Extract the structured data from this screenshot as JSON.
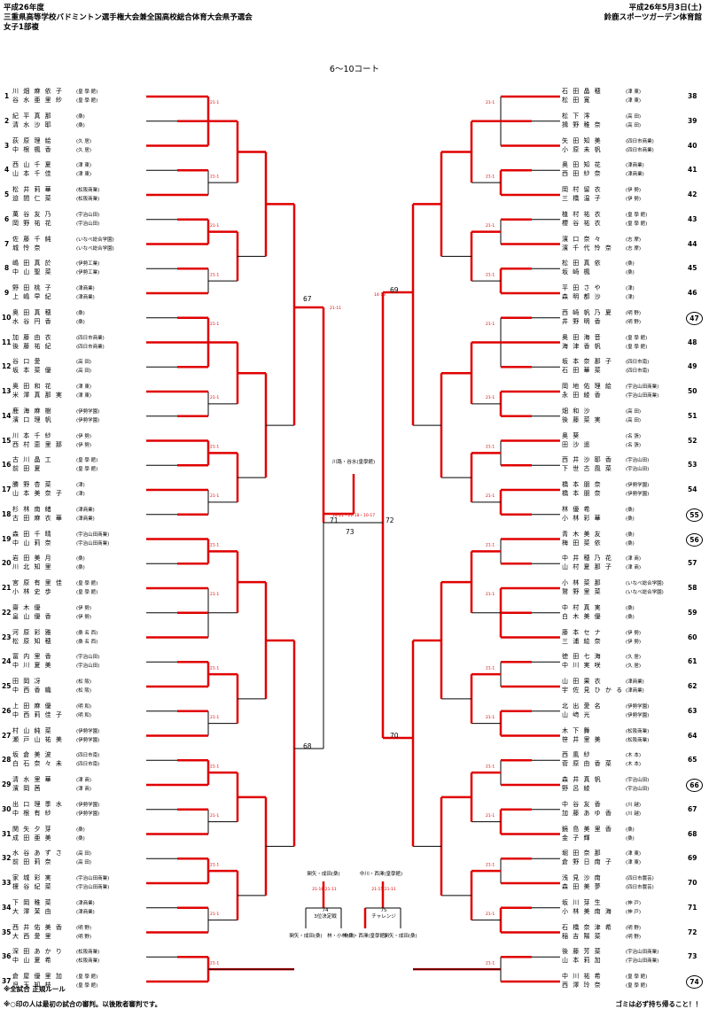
{
  "header": {
    "year": "平成26年度",
    "event_title": "三重県高等学校バドミントン選手権大会兼全国高校総合体育大会県予選会",
    "division": "女子1部複",
    "date": "平成26年5月3日(土)",
    "venue": "鈴鹿スポーツガーデン体育館",
    "court": "6～10コート"
  },
  "left_entries": [
    {
      "no": "1",
      "p1": "川 畑 麻 依 子",
      "s1": "皇 學 館",
      "p2": "谷 水 亜 里 紗",
      "s2": "皇 學 館"
    },
    {
      "no": "2",
      "p1": "紀 平 真 那",
      "s1": "桑",
      "p2": "清 水 沙 耶",
      "s2": "桑"
    },
    {
      "no": "3",
      "p1": "荻 原 理 絵",
      "s1": "久 居",
      "p2": "中 根 楓 香",
      "s2": "久 居"
    },
    {
      "no": "4",
      "p1": "西 山 千 夏",
      "s1": "津 東",
      "p2": "山 本 千 佳",
      "s2": "津 東"
    },
    {
      "no": "5",
      "p1": "松 井 莉 華",
      "s1": "松阪商業",
      "p2": "迫 間 仁 菜",
      "s2": "松阪商業"
    },
    {
      "no": "6",
      "p1": "萬 谷 友 乃",
      "s1": "宇治山田",
      "p2": "岡 野 祐 花",
      "s2": "宇治山田"
    },
    {
      "no": "7",
      "p1": "佐 藤 千 純",
      "s1": "いなべ総合学園",
      "p2": "城 怜 奈",
      "s2": "いなべ総合学園"
    },
    {
      "no": "8",
      "p1": "嶋 田 真 於",
      "s1": "伊勢工業",
      "p2": "中 山 聖 菜",
      "s2": "伊勢工業"
    },
    {
      "no": "9",
      "p1": "野 田 桃 子",
      "s1": "津商業",
      "p2": "上 嶋 早 紀",
      "s2": "津商業"
    },
    {
      "no": "10",
      "p1": "奥 田 真 穂",
      "s1": "桑",
      "p2": "水 谷 円 香",
      "s2": "桑"
    },
    {
      "no": "11",
      "p1": "加 藤 由 衣",
      "s1": "四日市商業",
      "p2": "後 藤 祐 紀",
      "s2": "四日市商業"
    },
    {
      "no": "12",
      "p1": "谷 口 愛",
      "s1": "高 田",
      "p2": "坂 本 菜 優",
      "s2": "高 田"
    },
    {
      "no": "13",
      "p1": "奥 田 和 花",
      "s1": "津 東",
      "p2": "米 澤 真 那 実",
      "s2": "津 東"
    },
    {
      "no": "14",
      "p1": "鹿 海 麻 樹",
      "s1": "伊勢学園",
      "p2": "濱 口 理 帆",
      "s2": "伊勢学園"
    },
    {
      "no": "15",
      "p1": "川 本 千 紗",
      "s1": "伊 勢",
      "p2": "西 村 恵 里 那",
      "s2": "伊 勢"
    },
    {
      "no": "16",
      "p1": "古 川 晶 工",
      "s1": "皇 學 館",
      "p2": "前 田 夏",
      "s2": "皇 學 館"
    },
    {
      "no": "17",
      "p1": "勝 野 杏 菜",
      "s1": "津",
      "p2": "山 本 美 奈 子",
      "s2": "津"
    },
    {
      "no": "18",
      "p1": "杉 林 南 緒",
      "s1": "津商業",
      "p2": "古 田 麻 衣 華",
      "s2": "津商業"
    },
    {
      "no": "19",
      "p1": "森 田 千 晴",
      "s1": "宇治山田商業",
      "p2": "中 山 莉 奈",
      "s2": "宇治山田商業"
    },
    {
      "no": "20",
      "p1": "岩 田 美 月",
      "s1": "桑",
      "p2": "川 北 知 里",
      "s2": "桑"
    },
    {
      "no": "21",
      "p1": "宮 原 有 里 佳",
      "s1": "皇 學 館",
      "p2": "小 林 史 歩",
      "s2": "皇 學 館"
    },
    {
      "no": "22",
      "p1": "齋 木 優",
      "s1": "伊 勢",
      "p2": "畠 山 優 香",
      "s2": "伊 勢"
    },
    {
      "no": "23",
      "p1": "河 原 彩 雅",
      "s1": "桑 名 西",
      "p2": "松 原 知 穂",
      "s2": "桑 名 西"
    },
    {
      "no": "24",
      "p1": "冨 内 里 香",
      "s1": "宇治山田",
      "p2": "中 川 夏 美",
      "s2": "宇治山田"
    },
    {
      "no": "25",
      "p1": "田 岡 冴",
      "s1": "松 阪",
      "p2": "中 西 香 織",
      "s2": "松 阪"
    },
    {
      "no": "26",
      "p1": "上 田 麻 優",
      "s1": "明 和",
      "p2": "中 西 莉 佳 子",
      "s2": "明 和"
    },
    {
      "no": "27",
      "p1": "村 山 純 菜",
      "s1": "伊勢学園",
      "p2": "瀬 戸 山 祐 美",
      "s2": "伊勢学園"
    },
    {
      "no": "28",
      "p1": "坂 倉 美 波",
      "s1": "四日市南",
      "p2": "白 石 奈 々 未",
      "s2": "四日市南"
    },
    {
      "no": "29",
      "p1": "清 水 里 華",
      "s1": "津 商",
      "p2": "濱 岡 茜",
      "s2": "津 商"
    },
    {
      "no": "30",
      "p1": "出 口 理 季 水",
      "s1": "伊勢学園",
      "p2": "中 根 有 紗",
      "s2": "伊勢学園"
    },
    {
      "no": "31",
      "p1": "関 矢 夕 芽",
      "s1": "桑",
      "p2": "成 田 亜 美",
      "s2": "桑"
    },
    {
      "no": "32",
      "p1": "水 谷 あ ず さ",
      "s1": "高 田",
      "p2": "前 田 莉 奈",
      "s2": "高 田"
    },
    {
      "no": "33",
      "p1": "家 城 彩 実",
      "s1": "宇治山田商業",
      "p2": "榎 谷 紀 菜",
      "s2": "宇治山田商業"
    },
    {
      "no": "34",
      "p1": "下 岡 稚 菜",
      "s1": "津商業",
      "p2": "大 澤 茉 由",
      "s2": "津商業"
    },
    {
      "no": "35",
      "p1": "西 井 佑 美 香",
      "s1": "明 野",
      "p2": "大 西 愛 里",
      "s2": "明 野"
    },
    {
      "no": "36",
      "p1": "深 田 あ か り",
      "s1": "松阪商業",
      "p2": "中 山 夏 希",
      "s2": "松阪商業"
    },
    {
      "no": "37",
      "p1": "倉 屋 優 里 加",
      "s1": "皇 學 館",
      "p2": "児 玉 知 枝",
      "s2": "皇 學 館"
    }
  ],
  "right_entries": [
    {
      "no": "38",
      "c": false,
      "p1": "石 田 晶 穂",
      "s1": "津 東",
      "p2": "松 田 寛",
      "s2": "津 東"
    },
    {
      "no": "39",
      "c": false,
      "p1": "松 下 澪",
      "s1": "高 田",
      "p2": "揖 野 稚 奈",
      "s2": "高 田"
    },
    {
      "no": "40",
      "c": false,
      "p1": "矢 田 知 美",
      "s1": "四日市商業",
      "p2": "小 原 未 帆",
      "s2": "四日市商業"
    },
    {
      "no": "41",
      "c": false,
      "p1": "奥 田 知 花",
      "s1": "津商業",
      "p2": "西 田 紗 奈",
      "s2": "津商業"
    },
    {
      "no": "42",
      "c": false,
      "p1": "岡 村 留 衣",
      "s1": "伊 勢",
      "p2": "三 橋 温 子",
      "s2": "伊 勢"
    },
    {
      "no": "43",
      "c": false,
      "p1": "植 村 祐 衣",
      "s1": "皇 學 館",
      "p2": "櫻 谷 祐 衣",
      "s2": "皇 學 館"
    },
    {
      "no": "44",
      "c": false,
      "p1": "濱 口 奈 々",
      "s1": "志 摩",
      "p2": "濱 千 代 怜 奈",
      "s2": "志 摩"
    },
    {
      "no": "45",
      "c": false,
      "p1": "松 田 真 依",
      "s1": "桑",
      "p2": "坂 崎 楓",
      "s2": "桑"
    },
    {
      "no": "46",
      "c": false,
      "p1": "平 田 さ や",
      "s1": "津",
      "p2": "森 明 都 沙",
      "s2": "津"
    },
    {
      "no": "47",
      "c": true,
      "p1": "西 崎 帆 乃 夏",
      "s1": "明 野",
      "p2": "井 野 明 香",
      "s2": "明 野"
    },
    {
      "no": "48",
      "c": false,
      "p1": "奥 田 海 音",
      "s1": "皇 學 館",
      "p2": "海 津 香 帆",
      "s2": "皇 學 館"
    },
    {
      "no": "49",
      "c": false,
      "p1": "坂 本 奈 那 子",
      "s1": "四日市南",
      "p2": "石 田 華 菜",
      "s2": "四日市南"
    },
    {
      "no": "50",
      "c": false,
      "p1": "岡 地 佑 理 絵",
      "s1": "宇治山田商業",
      "p2": "永 田 綾 香",
      "s2": "宇治山田商業"
    },
    {
      "no": "51",
      "c": false,
      "p1": "畑 和 沙",
      "s1": "高 田",
      "p2": "後 藤 菜 実",
      "s2": "高 田"
    },
    {
      "no": "52",
      "c": false,
      "p1": "奥 葵",
      "s1": "名 張",
      "p2": "田 沙 遥",
      "s2": "名 張"
    },
    {
      "no": "53",
      "c": false,
      "p1": "西 井 沙 耶 香",
      "s1": "宇治山田",
      "p2": "下 世 古 風 菜",
      "s2": "宇治山田"
    },
    {
      "no": "54",
      "c": false,
      "p1": "橋 本 朋 奈",
      "s1": "伊勢学園",
      "p2": "橋 本 朋 奈",
      "s2": "伊勢学園"
    },
    {
      "no": "55",
      "c": true,
      "p1": "林 優 希",
      "s1": "桑",
      "p2": "小 林 彩 華",
      "s2": "桑"
    },
    {
      "no": "56",
      "c": true,
      "p1": "青 木 美 友",
      "s1": "桑",
      "p2": "梅 田 菜 依",
      "s2": "桑"
    },
    {
      "no": "57",
      "c": false,
      "p1": "中 井 穂 乃 花",
      "s1": "津 商",
      "p2": "山 村 夏 那 子",
      "s2": "津 商"
    },
    {
      "no": "58",
      "c": false,
      "p1": "小 林 菜 那",
      "s1": "いなべ総合学園",
      "p2": "鷲 野 里 菜",
      "s2": "いなべ総合学園"
    },
    {
      "no": "59",
      "c": false,
      "p1": "中 村 真 実",
      "s1": "桑",
      "p2": "白 木 美 優",
      "s2": "桑"
    },
    {
      "no": "60",
      "c": false,
      "p1": "藤 本 セ ナ",
      "s1": "伊 勢",
      "p2": "三 浦 絵 奈",
      "s2": "伊 勢"
    },
    {
      "no": "61",
      "c": false,
      "p1": "徳 田 七 海",
      "s1": "久 居",
      "p2": "中 川 実 咲",
      "s2": "久 居"
    },
    {
      "no": "62",
      "c": false,
      "p1": "山 田 果 衣",
      "s1": "津商業",
      "p2": "宇 佐 見 ひ か る",
      "s2": "津商業"
    },
    {
      "no": "63",
      "c": false,
      "p1": "北 出 愛 名",
      "s1": "伊勢学園",
      "p2": "山 﨑 光",
      "s2": "伊勢学園"
    },
    {
      "no": "64",
      "c": false,
      "p1": "木 下 舞",
      "s1": "松阪商業",
      "p2": "笹 井 里 美",
      "s2": "松阪商業"
    },
    {
      "no": "65",
      "c": false,
      "p1": "西 風 紗",
      "s1": "木 本",
      "p2": "菅 原 由 香 菜",
      "s2": "木 本"
    },
    {
      "no": "66",
      "c": true,
      "p1": "森 井 真 帆",
      "s1": "宇治山田",
      "p2": "野 呂 綾",
      "s2": "宇治山田"
    },
    {
      "no": "67",
      "c": false,
      "p1": "中 谷 友 香",
      "s1": "川 越",
      "p2": "加 藤 あ ゆ 香",
      "s2": "川 越"
    },
    {
      "no": "68",
      "c": false,
      "p1": "鏡 島 美 里 香",
      "s1": "桑",
      "p2": "金 子 輝",
      "s2": "桑"
    },
    {
      "no": "69",
      "c": false,
      "p1": "堀 田 奈 那",
      "s1": "津 東",
      "p2": "倉 野 日 南 子",
      "s2": "津 東"
    },
    {
      "no": "70",
      "c": false,
      "p1": "浅 見 沙 南",
      "s1": "四日市農芸",
      "p2": "森 田 美 夢",
      "s2": "四日市農芸"
    },
    {
      "no": "71",
      "c": false,
      "p1": "坂 川 芽 生",
      "s1": "神 戸",
      "p2": "小 林 美 南 海",
      "s2": "神 戸"
    },
    {
      "no": "72",
      "c": false,
      "p1": "石 橋 奈 津 希",
      "s1": "明 野",
      "p2": "稲 吉 陽 菜",
      "s2": "明 野"
    },
    {
      "no": "73",
      "c": false,
      "p1": "後 藤 芳 菜",
      "s1": "宇治山田商業",
      "p2": "山 本 莉 加",
      "s2": "宇治山田商業"
    },
    {
      "no": "74",
      "c": true,
      "p1": "中 川 祐 希",
      "s1": "皇 學 館",
      "p2": "西 澤 玲 奈",
      "s2": "皇 學 館"
    }
  ],
  "bracket": {
    "final_label": "川路・谷水(皇學館)",
    "final_match": "72",
    "final_score": "14-21・21-18・10-17",
    "match_71": "71",
    "match_73": "73",
    "third_place": {
      "left_pair": "関矢・成田(桑)",
      "left_score": "21-16 21-11",
      "match": "74",
      "match_label": "3位決定戦",
      "bottom_left": "関矢・成田(桑)",
      "bottom_right": "林・小林(桑)"
    },
    "challenge": {
      "top_pair": "中川・西澤(皇學館)",
      "top_score": "21-15 21-11",
      "match": "75",
      "match_label": "チャレンジ",
      "bottom_left": "中川・西澤(皇學館)",
      "bottom_right": "関矢・成田(桑)"
    }
  },
  "footer": {
    "note1": "※全試合 正規ルール",
    "note2": "※○印の人は最初の試合の審判。以後敗者審判です。",
    "note3": "ゴミは必ず持ち帰ること！！"
  },
  "colors": {
    "win_line": "#e00000",
    "lose_line": "#000000",
    "score": "#e00000"
  }
}
